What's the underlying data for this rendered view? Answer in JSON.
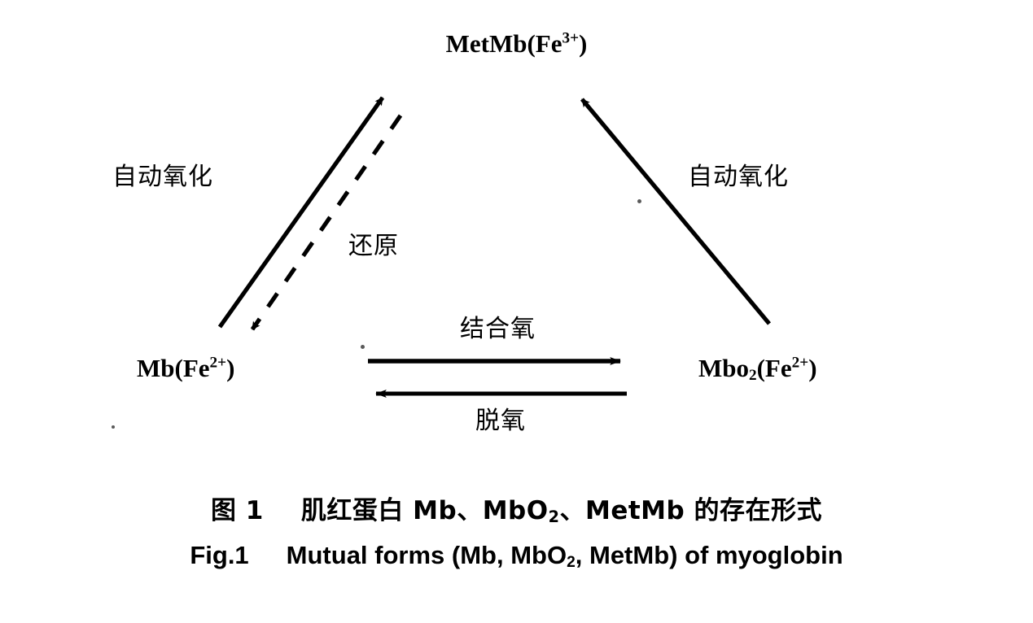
{
  "figure": {
    "nodes": {
      "metmb": {
        "name": "MetMb",
        "formula_prefix": "MetMb(Fe",
        "charge": "3+",
        "formula_suffix": ")"
      },
      "mb": {
        "name": "Mb",
        "formula_prefix": "Mb(Fe",
        "charge": "2+",
        "formula_suffix": ")"
      },
      "mbo2": {
        "name": "Mbo2",
        "formula_prefix": "Mbo",
        "sub": "2",
        "formula_mid": "(Fe",
        "charge": "2+",
        "formula_suffix": ")"
      }
    },
    "edges": {
      "autooxidation_left": {
        "label": "自动氧化",
        "from": "Mb(Fe2+)",
        "to": "MetMb(Fe3+)",
        "style": "solid",
        "direction": "up-right"
      },
      "reduction": {
        "label": "还原",
        "from": "MetMb(Fe3+)",
        "to": "Mb(Fe2+)",
        "style": "dashed",
        "direction": "down-left"
      },
      "autooxidation_right": {
        "label": "自动氧化",
        "from": "Mbo2(Fe2+)",
        "to": "MetMb(Fe3+)",
        "style": "solid",
        "direction": "up-left"
      },
      "oxygen_binding": {
        "label": "结合氧",
        "from": "Mb(Fe2+)",
        "to": "Mbo2(Fe2+)",
        "style": "solid",
        "direction": "right"
      },
      "deoxygenation": {
        "label": "脱氧",
        "from": "Mbo2(Fe2+)",
        "to": "Mb(Fe2+)",
        "style": "solid",
        "direction": "left"
      }
    },
    "caption": {
      "cn_figure_number": "图 1",
      "cn_title_part1": "肌红蛋白 Mb、MbO",
      "cn_title_sub": "2",
      "cn_title_part2": "、MetMb 的存在形式",
      "en_figure_number": "Fig.1",
      "en_title_part1": "Mutual forms (Mb, MbO",
      "en_title_sub": "2",
      "en_title_part2": ", MetMb) of myoglobin"
    },
    "colors": {
      "ink": "#000000",
      "background": "#ffffff"
    }
  }
}
